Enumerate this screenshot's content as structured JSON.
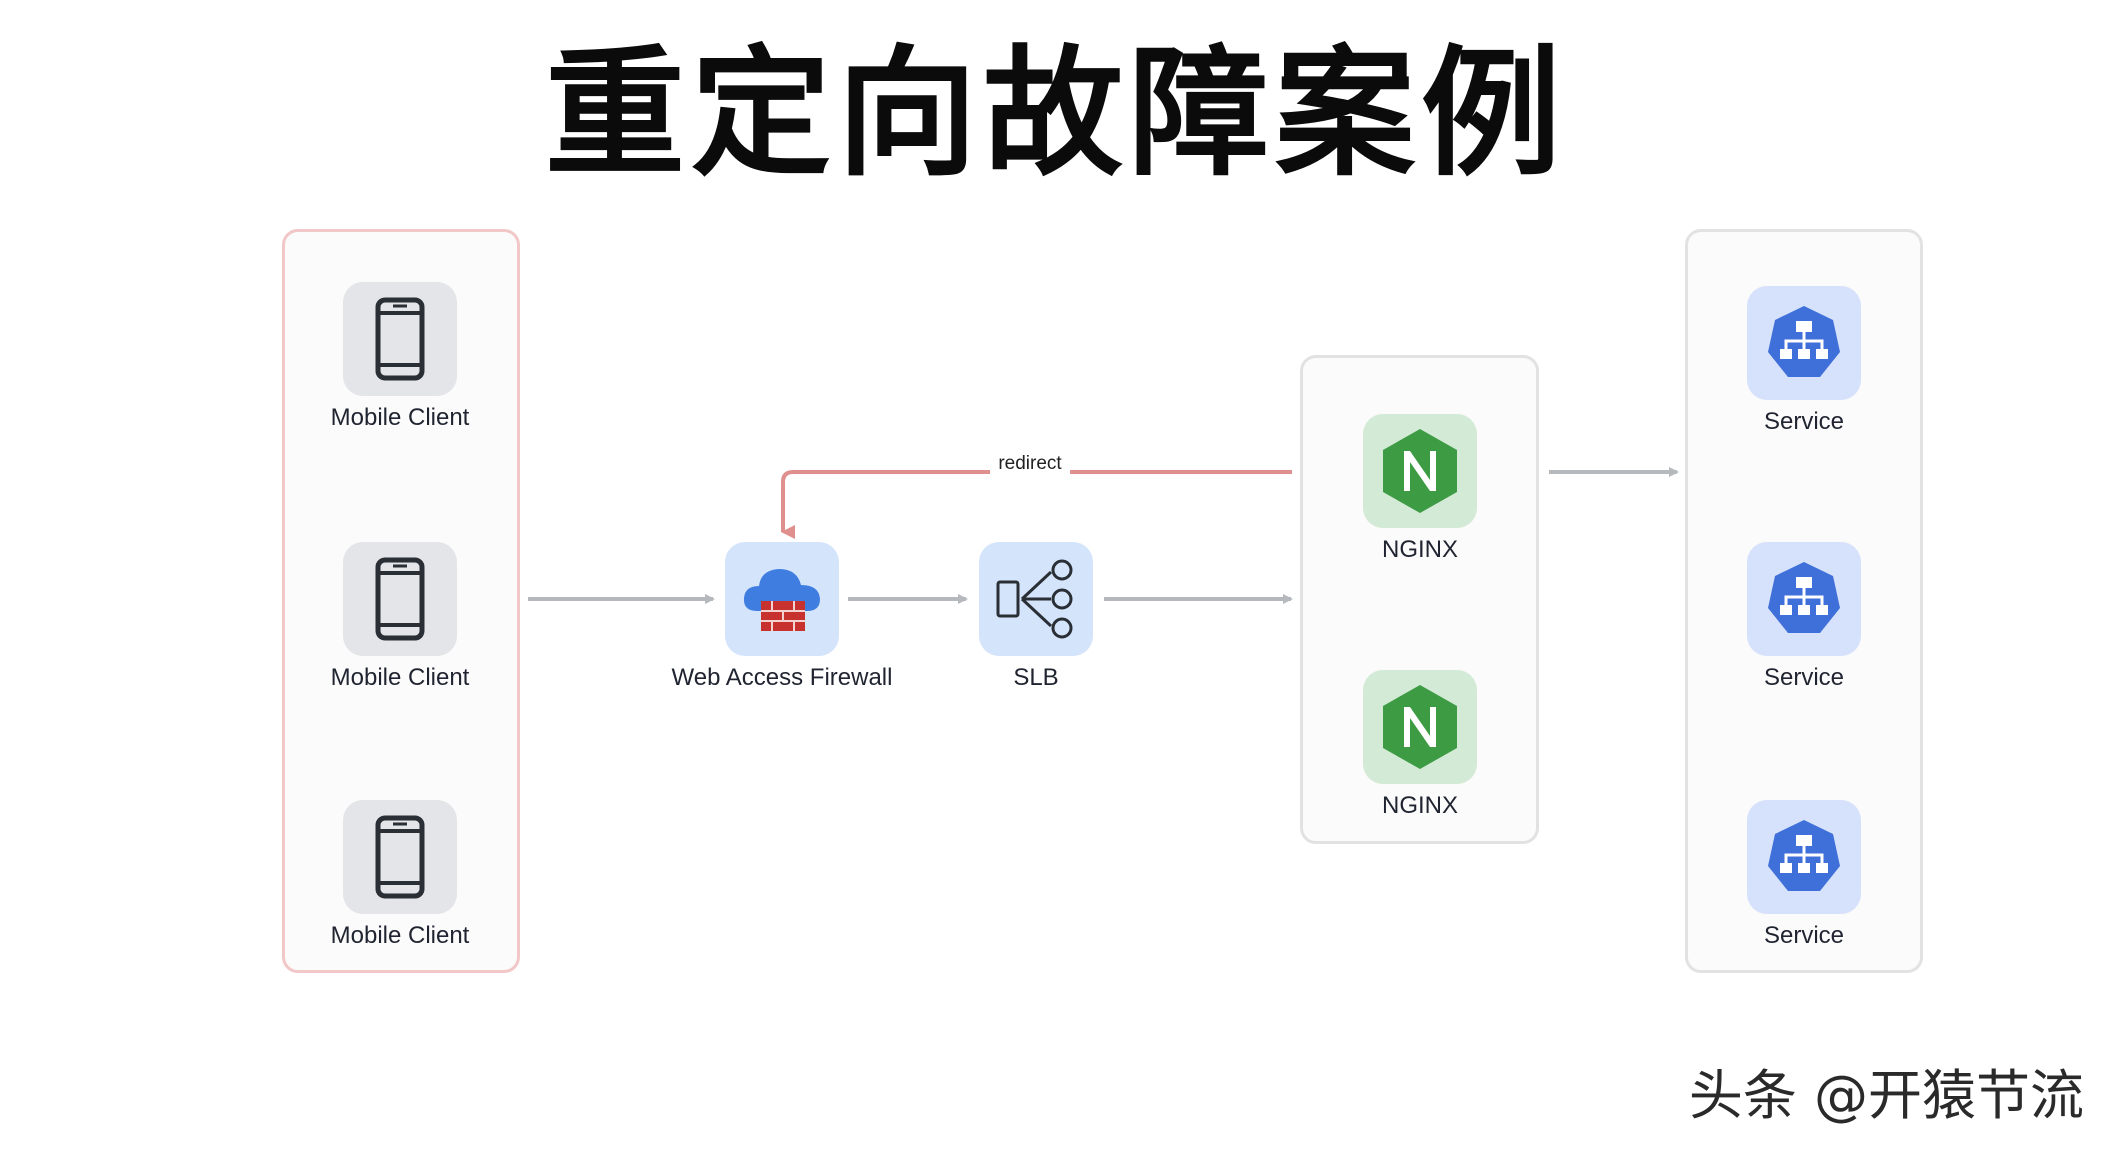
{
  "title": "重定向故障案例",
  "clients": [
    {
      "label": "Mobile Client",
      "icon": "smartphone-icon"
    },
    {
      "label": "Mobile Client",
      "icon": "smartphone-icon"
    },
    {
      "label": "Mobile Client",
      "icon": "smartphone-icon"
    }
  ],
  "waf": {
    "label": "Web Access Firewall",
    "icon": "cloud-firewall-icon"
  },
  "slb": {
    "label": "SLB",
    "icon": "load-balancer-icon"
  },
  "nginx": [
    {
      "label": "NGINX",
      "icon": "nginx-icon"
    },
    {
      "label": "NGINX",
      "icon": "nginx-icon"
    }
  ],
  "services": [
    {
      "label": "Service",
      "icon": "kubernetes-service-icon"
    },
    {
      "label": "Service",
      "icon": "kubernetes-service-icon"
    },
    {
      "label": "Service",
      "icon": "kubernetes-service-icon"
    }
  ],
  "redirect_label": "redirect",
  "watermark": "头条 @开猿节流",
  "colors": {
    "client_border": "#f1c7c7",
    "group_border": "#e2e2e2",
    "arrow": "#b5b8bd",
    "redirect_arrow": "#e08f8f",
    "nginx_green": "#3d9b44",
    "service_blue": "#3f6fd9"
  }
}
